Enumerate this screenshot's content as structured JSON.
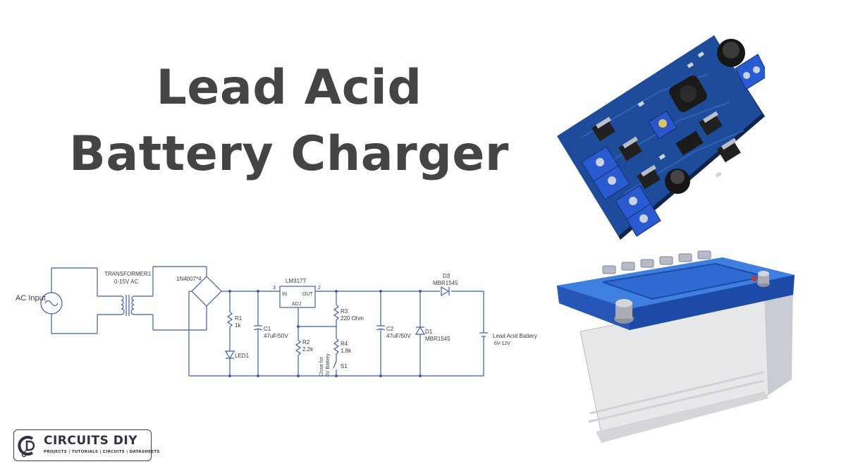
{
  "title": {
    "line1": "Lead Acid",
    "line2": "Battery Charger"
  },
  "schematic": {
    "ac_input": "AC Input",
    "transformer_name": "TRANSFORMER1",
    "transformer_rating": "0-15V AC",
    "bridge": "1N4007*4",
    "regulator": "LM317T",
    "reg_in": "IN",
    "reg_out": "OUT",
    "reg_adj": "ADJ",
    "pin_in": "3",
    "pin_out": "2",
    "r1": "R1",
    "r1_val": "1k",
    "led1": "LED1",
    "c1": "C1",
    "c1_val": "47uF/50V",
    "r2": "R2",
    "r2_val": "2.2k",
    "r3": "R3",
    "r3_val": "220 Ohm",
    "r4": "R4",
    "r4_val": "1.8k",
    "s1": "S1",
    "close_note_1": "Close for",
    "close_note_2": "6V Battery",
    "c2": "C2",
    "c2_val": "47uF/50V",
    "d1": "D1",
    "d1_val": "MBR1545",
    "d3": "D3",
    "d3_val": "MBR1545",
    "battery_name": "Lead Acid Battery",
    "battery_val": "6V-12V",
    "line_color": "#3f5ea8"
  },
  "logo": {
    "name": "CIRCUITS DIY",
    "tagline": "PROJECTS | TUTORIALS | CIRCUITS | DATASHEETS"
  },
  "photos": {
    "board_icon": "charger-module-board",
    "battery_icon": "car-battery"
  }
}
